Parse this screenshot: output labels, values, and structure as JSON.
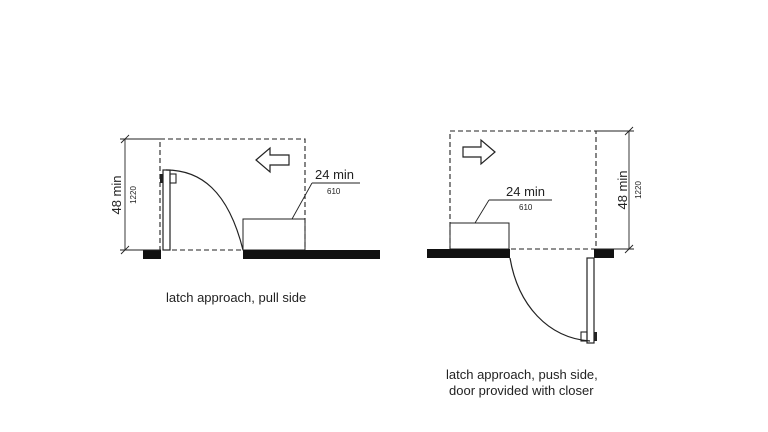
{
  "colors": {
    "line": "#222222",
    "wall": "#111111",
    "background": "#ffffff"
  },
  "left_diagram": {
    "caption": "latch approach, pull side",
    "arrow": "left-arrow-icon",
    "depth_dimension": {
      "label": "48 min",
      "metric": "1220"
    },
    "latch_dimension": {
      "label": "24 min",
      "metric": "610"
    }
  },
  "right_diagram": {
    "caption_line1": "latch approach, push side,",
    "caption_line2": "door provided with closer",
    "arrow": "right-arrow-icon",
    "depth_dimension": {
      "label": "48 min",
      "metric": "1220"
    },
    "latch_dimension": {
      "label": "24 min",
      "metric": "610"
    }
  }
}
